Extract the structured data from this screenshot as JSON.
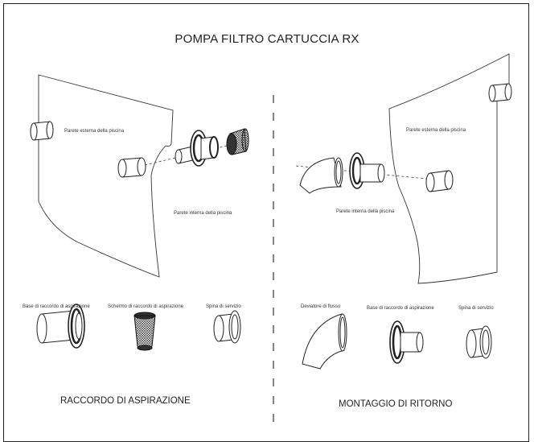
{
  "title": "POMPA FILTRO CARTUCCIA RX",
  "left": {
    "outer_wall_label": "Parete esterna della piscina",
    "inner_wall_label": "Parete interna della piscina",
    "parts": [
      "Base di raccordo di aspirazione",
      "Schermo di raccordo di aspirazione",
      "Spina di servizio"
    ],
    "section_title": "RACCORDO DI ASPIRAZIONE"
  },
  "right": {
    "outer_wall_label": "Parete esterna della piscina",
    "inner_wall_label": "Parete interna della piscina",
    "parts": [
      "Deviatore di flusso",
      "Base di raccordo di aspirazione",
      "Spina di servizio"
    ],
    "section_title": "MONTAGGIO DI RITORNO"
  }
}
